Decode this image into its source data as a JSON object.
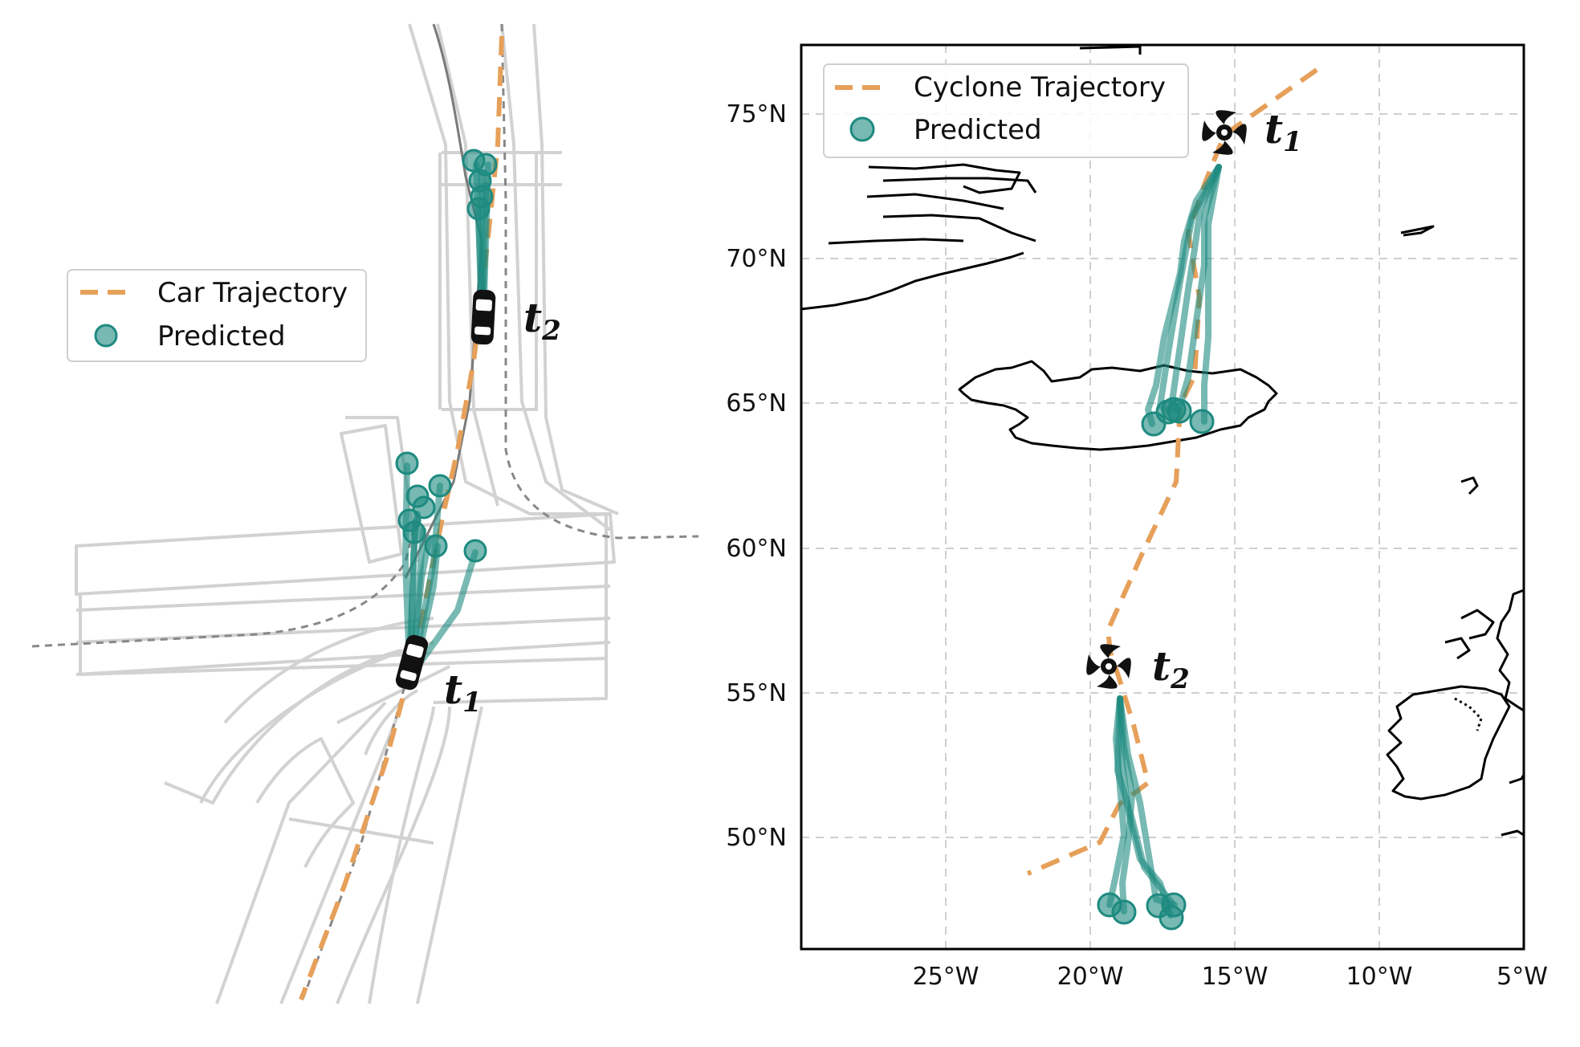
{
  "left_panel": {
    "legend": {
      "trajectory_label": "Car Trajectory",
      "predicted_label": "Predicted"
    },
    "t1_label": "t",
    "t1_sub": "1",
    "t2_label": "t",
    "t2_sub": "2",
    "icon": "car-icon"
  },
  "right_panel": {
    "legend": {
      "trajectory_label": "Cyclone Trajectory",
      "predicted_label": "Predicted"
    },
    "t1_label": "t",
    "t1_sub": "1",
    "t2_label": "t",
    "t2_sub": "2",
    "icon": "cyclone-icon",
    "y_ticks": [
      "75°N",
      "70°N",
      "65°N",
      "60°N",
      "55°N",
      "50°N"
    ],
    "x_ticks": [
      "25°W",
      "20°W",
      "15°W",
      "10°W",
      "5°W"
    ]
  },
  "colors": {
    "trajectory": "#e6a05a",
    "predicted": "#1e8a80",
    "road": "#d2d2d2",
    "coast": "#000000"
  },
  "chart_data": [
    {
      "type": "scatter",
      "xlabel": "",
      "ylabel": "",
      "x_ticks": [
        "25°W",
        "20°W",
        "15°W",
        "10°W",
        "5°W"
      ],
      "y_ticks": [
        "75°N",
        "70°N",
        "65°N",
        "60°N",
        "55°N",
        "50°N"
      ],
      "xlim": [
        -30,
        -5
      ],
      "ylim": [
        46,
        77.3
      ],
      "grid": true,
      "legend_position": "top-left",
      "series": [
        {
          "name": "Cyclone Trajectory",
          "points": [
            [
              -12.2,
              76.5
            ],
            [
              -15.4,
              74.2
            ],
            [
              -16.0,
              72.5
            ],
            [
              -16.6,
              70.5
            ],
            [
              -16.2,
              68.2
            ],
            [
              -16.3,
              65.5
            ],
            [
              -16.8,
              64.5
            ],
            [
              -16.9,
              62.0
            ],
            [
              -18.1,
              59.5
            ],
            [
              -19.2,
              56.8
            ],
            [
              -19.1,
              56.0
            ],
            [
              -18.8,
              55.0
            ],
            [
              -18.3,
              53.5
            ],
            [
              -17.8,
              51.5
            ],
            [
              -18.8,
              50.8
            ],
            [
              -19.5,
              49.5
            ],
            [
              -22.0,
              48.4
            ]
          ]
        },
        {
          "name": "Predicted",
          "points": [
            [
              -18.8,
              47.6
            ],
            [
              -19.2,
              47.8
            ],
            [
              -17.1,
              47.2
            ],
            [
              -17.6,
              47.8
            ],
            [
              -17.0,
              47.6
            ],
            [
              -17.9,
              64.4
            ],
            [
              -17.2,
              64.9
            ],
            [
              -17.0,
              64.8
            ],
            [
              -16.2,
              64.4
            ]
          ]
        }
      ]
    }
  ]
}
